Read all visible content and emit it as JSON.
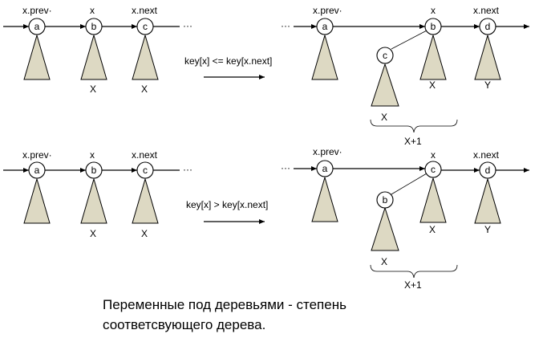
{
  "labels": {
    "prev": "x.prev·",
    "x": "x",
    "next": "x.next",
    "ellipsis": "···"
  },
  "diagram_top": {
    "before": {
      "nodes": [
        "a",
        "b",
        "c"
      ],
      "degrees": [
        "X",
        "X"
      ]
    },
    "condition": "key[x] <= key[x.next]",
    "after": {
      "nodes": [
        "a",
        "b",
        "c",
        "d"
      ],
      "degree_child": "X",
      "degree_b": "X",
      "degree_d": "Y",
      "brace": "X+1"
    }
  },
  "diagram_bottom": {
    "before": {
      "nodes": [
        "a",
        "b",
        "c"
      ],
      "degrees": [
        "X",
        "X"
      ]
    },
    "condition": "key[x] > key[x.next]",
    "after": {
      "nodes": [
        "a",
        "c",
        "b",
        "d"
      ],
      "degree_child": "X",
      "degree_c": "X",
      "degree_d": "Y",
      "brace": "X+1"
    }
  },
  "caption": {
    "line1": "Переменные под деревьями - степень",
    "line2": "соответсвующего дерева."
  }
}
